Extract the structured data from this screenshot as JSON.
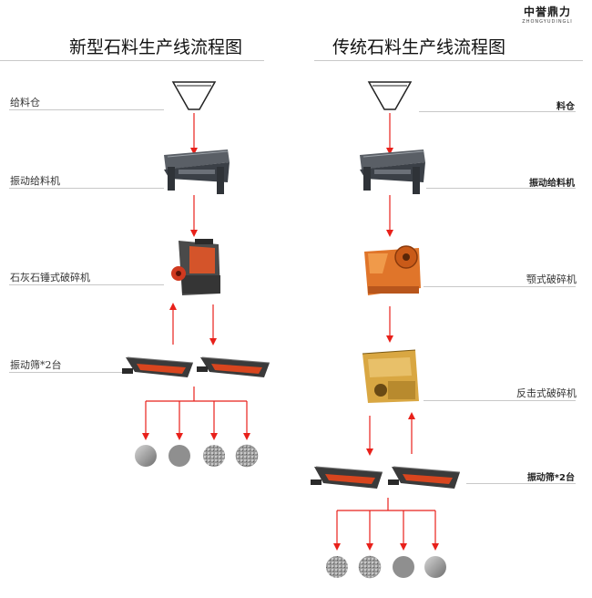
{
  "logo": {
    "name": "中誉鼎力",
    "pinyin": "ZHONGYUDINGLI"
  },
  "left": {
    "title": "新型石料生产线流程图",
    "labels": {
      "hopper": "给料仓",
      "feeder": "振动给料机",
      "crusher": "石灰石锤式破碎机",
      "screen": "振动筛*2台"
    }
  },
  "right": {
    "title": "传统石料生产线流程图",
    "labels": {
      "hopper": "料仓",
      "feeder": "振动给料机",
      "jaw": "颚式破碎机",
      "impact": "反击式破碎机",
      "screen": "振动筛*2台"
    }
  },
  "colors": {
    "arrow": "#e8201a",
    "machine_orange": "#e0752a",
    "machine_dark": "#3c3c3c",
    "impact_yellow": "#d9a742"
  },
  "icons": [
    "hopper-icon",
    "vibrating-feeder-icon",
    "hammer-crusher-icon",
    "jaw-crusher-icon",
    "impact-crusher-icon",
    "vibrating-screen-icon",
    "aggregate-icon"
  ]
}
